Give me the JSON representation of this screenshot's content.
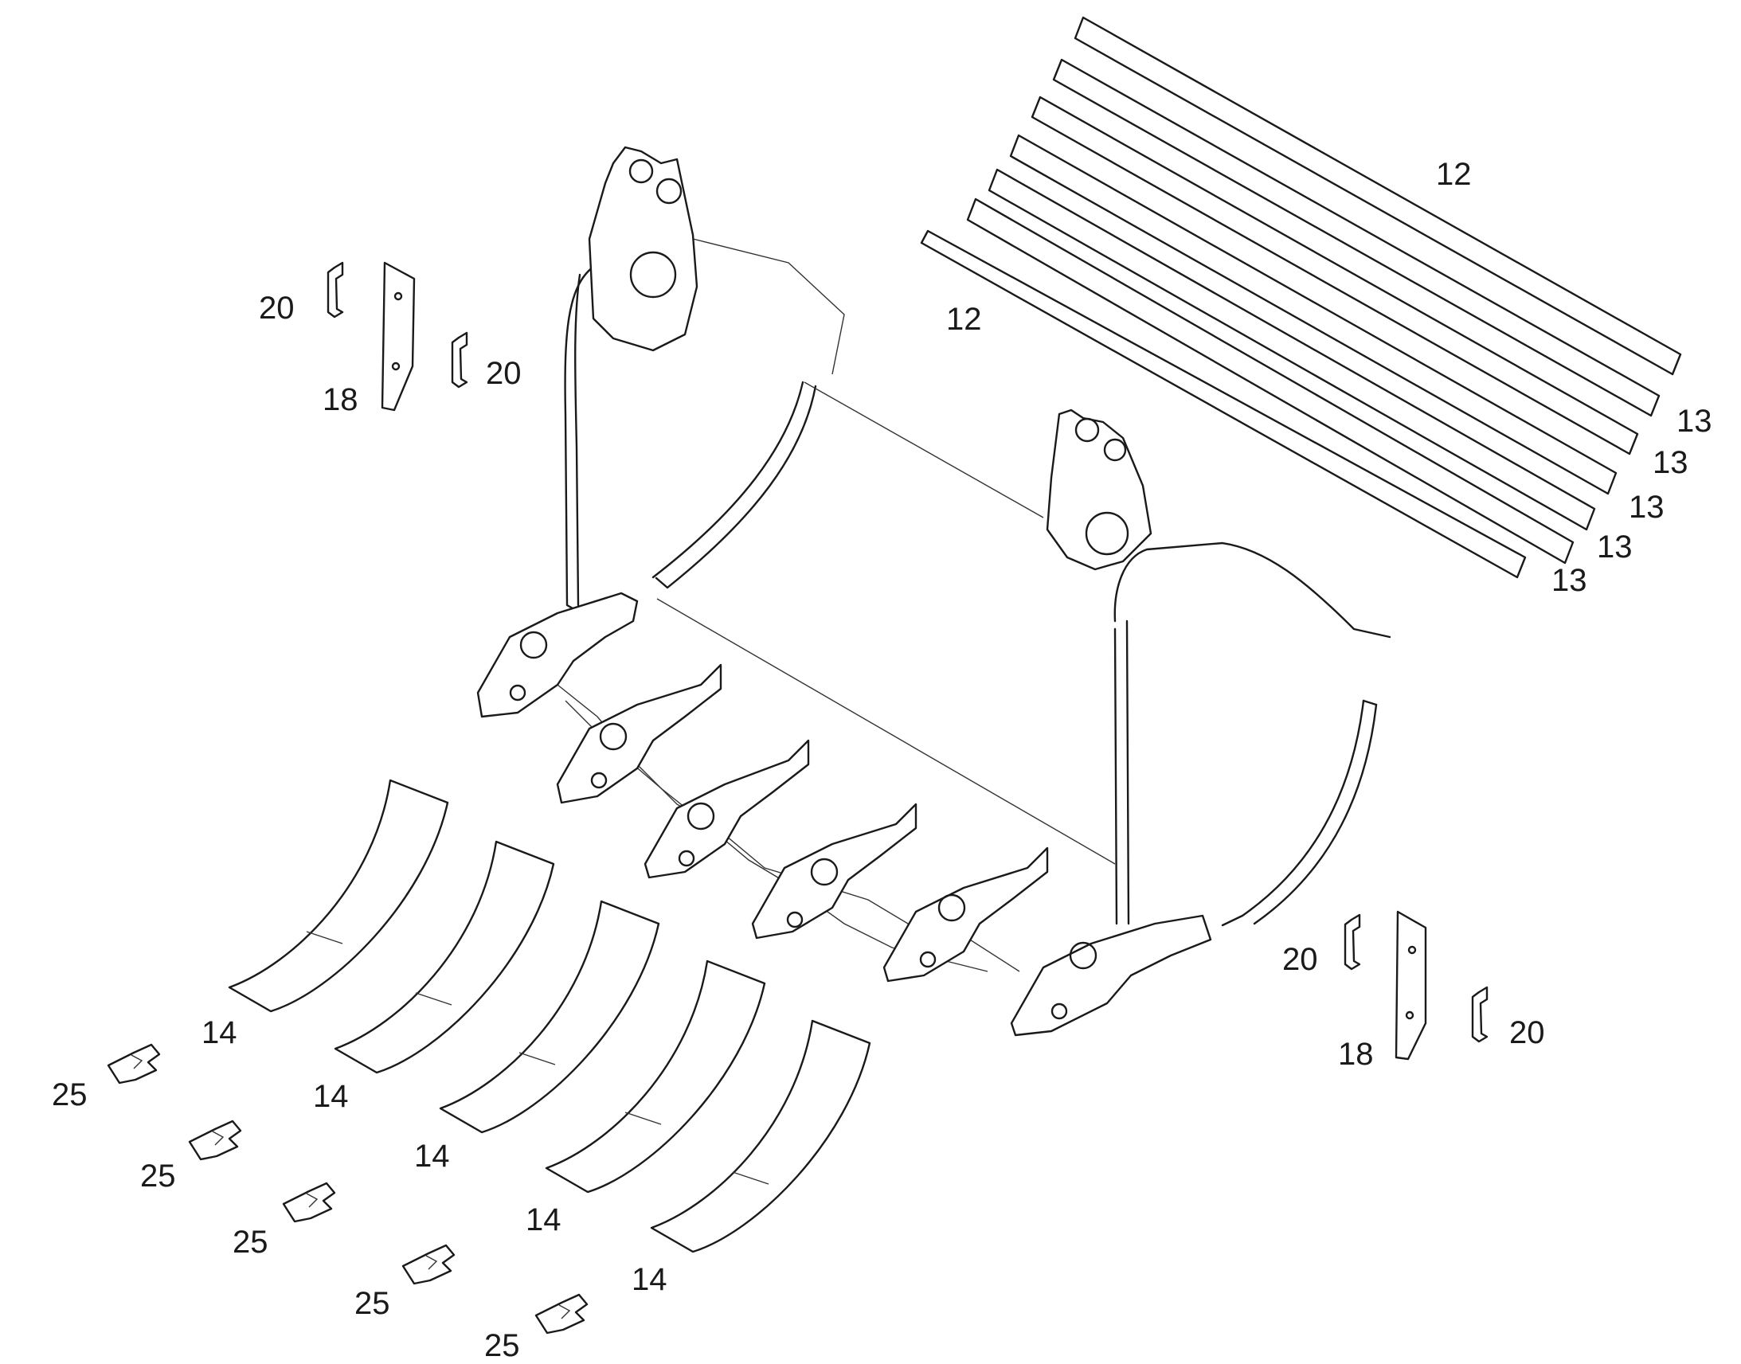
{
  "callouts": {
    "c12a": "12",
    "c12b": "12",
    "c13a": "13",
    "c13b": "13",
    "c13c": "13",
    "c13d": "13",
    "c13e": "13",
    "c14a": "14",
    "c14b": "14",
    "c14c": "14",
    "c14d": "14",
    "c14e": "14",
    "c18a": "18",
    "c18b": "18",
    "c20a": "20",
    "c20b": "20",
    "c20c": "20",
    "c20d": "20",
    "c25a": "25",
    "c25b": "25",
    "c25c": "25",
    "c25d": "25",
    "c25e": "25"
  }
}
